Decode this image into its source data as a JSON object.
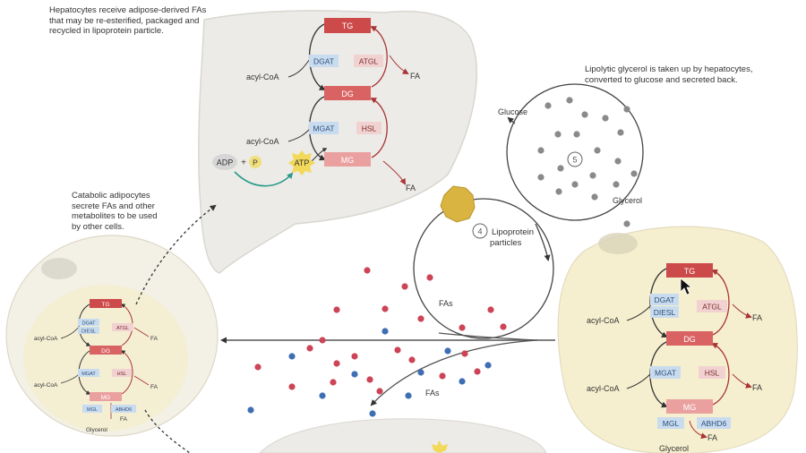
{
  "colors": {
    "liver": "#ecebe7",
    "liver_outline": "#d8d6d0",
    "adipocyte": "#f6efcf",
    "adipocyte_outline": "#e2dcc0",
    "tg": "#cd4a4a",
    "dg": "#d96363",
    "mg": "#eba0a0",
    "enzyme_blue": "#c9dcef",
    "enzyme_pink": "#f2d1d1",
    "fa_red": "#cc4455",
    "fa_blue": "#3e6fb4",
    "glycerol": "#8a8a8a",
    "lipoprotein": "#d9b440",
    "atp_star": "#f3d95a"
  },
  "notes": {
    "hepatocytes": [
      "Hepatocytes receive adipose-derived FAs",
      "that may be re-esterified, packaged and",
      "recycled in lipoprotein particle."
    ],
    "glycerol": [
      "Lipolytic glycerol is taken up by hepatocytes,",
      "converted to glucose and secreted back."
    ],
    "catabolic": [
      "Catabolic adipocytes",
      "secrete FAs and other",
      "metabolites to be used",
      "by other cells."
    ]
  },
  "liver": {
    "tg": "TG",
    "dg": "DG",
    "mg": "MG",
    "dgat": "DGAT",
    "atgl": "ATGL",
    "mgat": "MGAT",
    "hsl": "HSL",
    "acyl_coa_1": "acyl-CoA",
    "acyl_coa_2": "acyl-CoA",
    "fa_1": "FA",
    "fa_2": "FA",
    "adp": "ADP",
    "plus": "+",
    "p": "P",
    "atp": "ATP"
  },
  "glycerol_cycle": {
    "glucose": "Glucose",
    "glycerol": "Glycerol",
    "step": "5"
  },
  "lipoprotein": {
    "step": "4",
    "label_1": "Lipoprotein",
    "label_2": "particles",
    "fas_upper": "FAs",
    "fas_lower": "FAs"
  },
  "left_adipocyte": {
    "tg": "TG",
    "dg": "DG",
    "mg": "MG",
    "dgat": "DGAT",
    "diesl": "DIESL",
    "atgl": "ATGL",
    "mgat": "MGAT",
    "hsl": "HSL",
    "mgl": "MGL",
    "abhd6": "ABHD6",
    "acyl_coa_1": "acyl-CoA",
    "acyl_coa_2": "acyl-CoA",
    "fa_1": "FA",
    "fa_2": "FA",
    "fa_3": "FA",
    "glycerol": "Glycerol"
  },
  "right_adipocyte": {
    "tg": "TG",
    "dg": "DG",
    "mg": "MG",
    "dgat": "DGAT",
    "diesl": "DIESL",
    "atgl": "ATGL",
    "mgat": "MGAT",
    "hsl": "HSL",
    "mgl": "MGL",
    "abhd6": "ABHD6",
    "acyl_coa_1": "acyl-CoA",
    "acyl_coa_2": "acyl-CoA",
    "fa_1": "FA",
    "fa_2": "FA",
    "fa_3": "FA",
    "glycerol": "Glycerol"
  }
}
